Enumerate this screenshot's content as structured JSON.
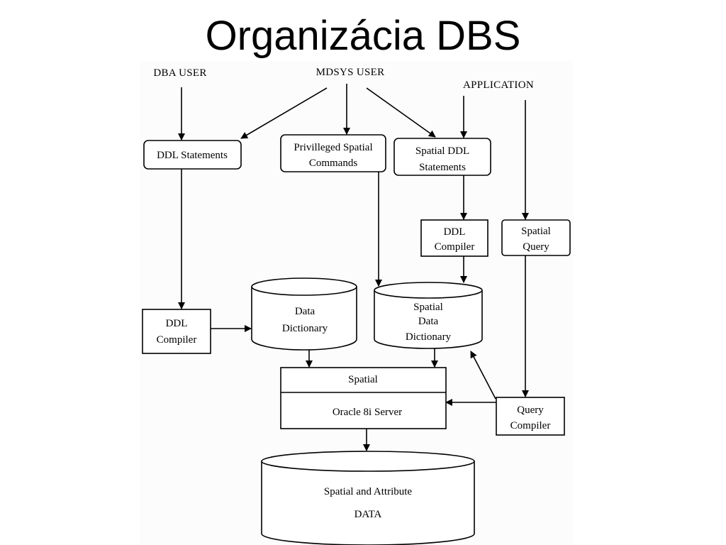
{
  "slide": {
    "title": "Organizácia DBS"
  },
  "actors": {
    "dba_user": "DBA USER",
    "mdsys_user": "MDSYS USER",
    "application": "APPLICATION"
  },
  "boxes": {
    "ddl_statements": [
      "DDL Statements"
    ],
    "privileged_spatial_commands": [
      "Privilleged Spatial",
      "Commands"
    ],
    "spatial_ddl_statements": [
      "Spatial DDL",
      "Statements"
    ],
    "ddl_compiler_right": [
      "DDL",
      "Compiler"
    ],
    "spatial_query": [
      "Spatial",
      "Query"
    ],
    "ddl_compiler_left": [
      "DDL",
      "Compiler"
    ],
    "query_compiler": [
      "Query",
      "Compiler"
    ]
  },
  "stores": {
    "data_dictionary": [
      "Data",
      "Dictionary"
    ],
    "spatial_data_dictionary": [
      "Spatial",
      "Data",
      "Dictionary"
    ],
    "spatial_attribute_data": [
      "Spatial and Attribute",
      "DATA"
    ]
  },
  "server": {
    "top_label": "Spatial",
    "bottom_label": "Oracle 8i Server"
  },
  "colors": {
    "line": "#000000",
    "background": "#ffffff"
  }
}
